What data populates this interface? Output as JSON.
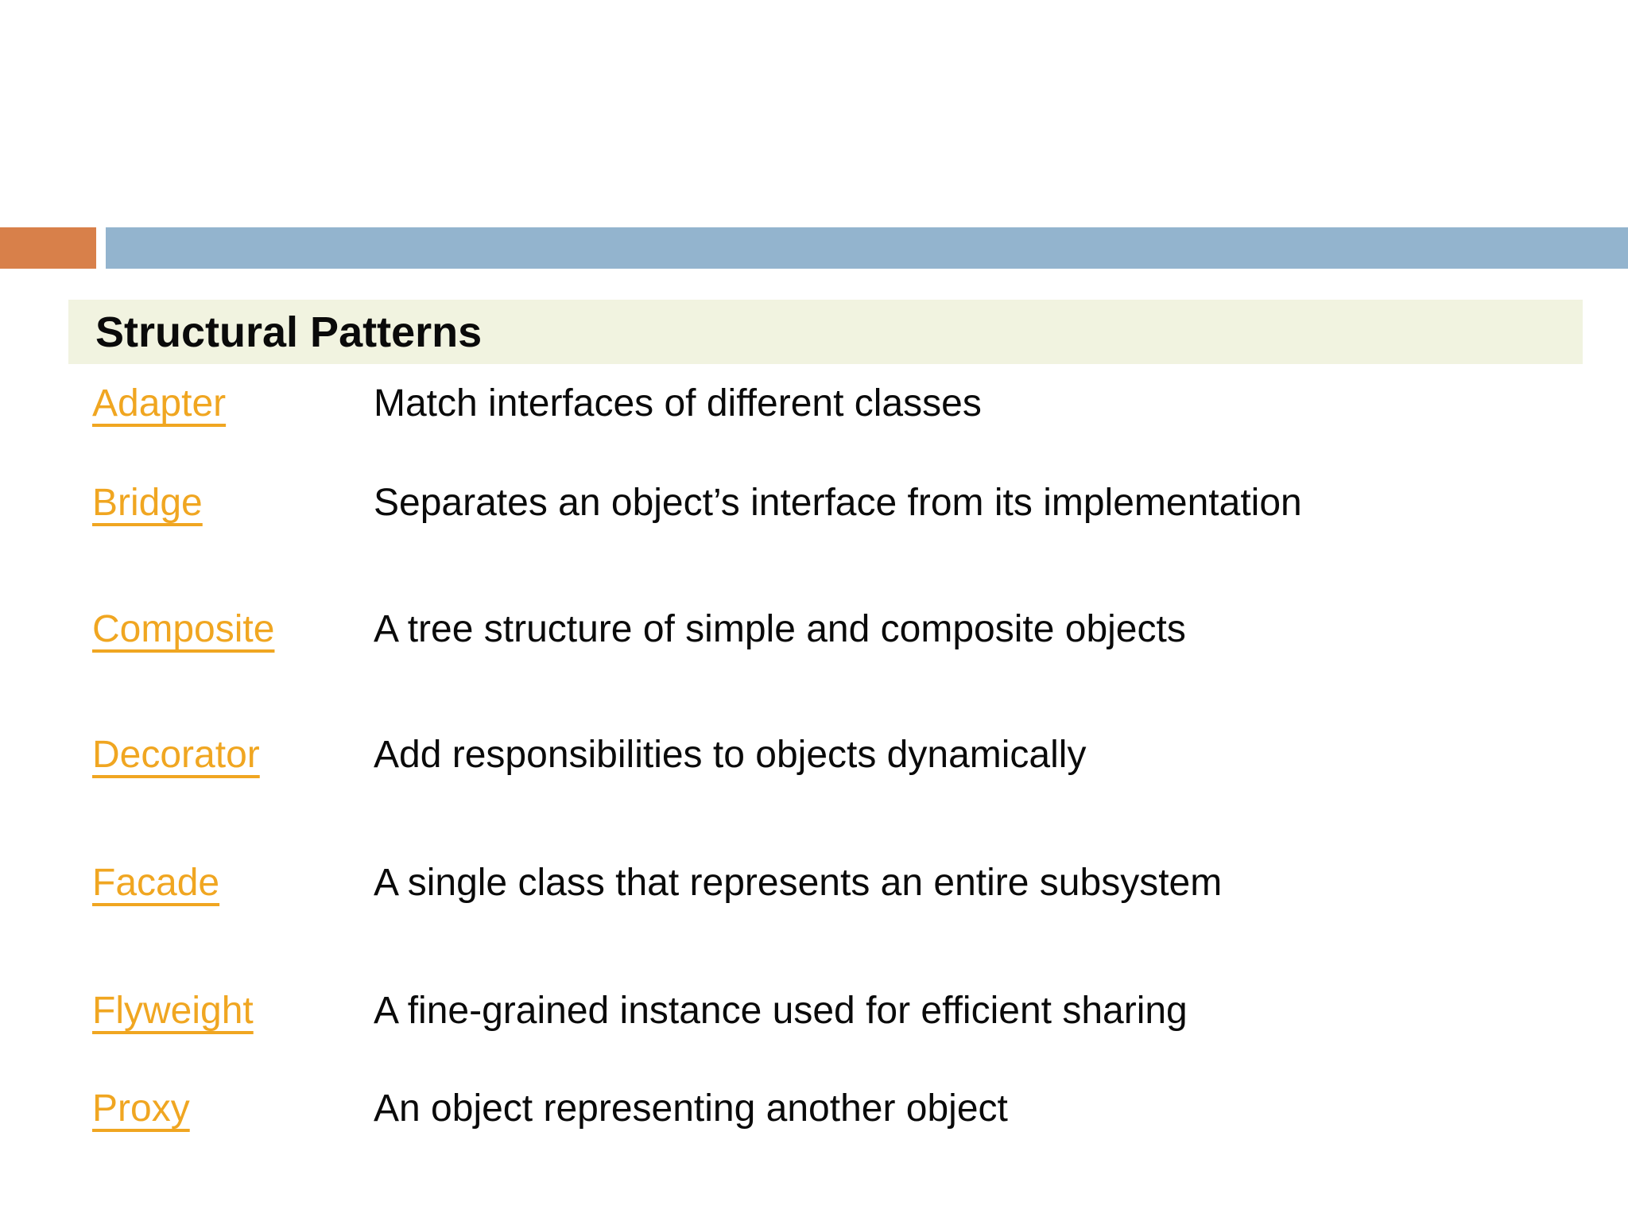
{
  "slide": {
    "title": "Structural Patterns",
    "patterns": [
      {
        "name": "Adapter",
        "description": "Match interfaces of different classes"
      },
      {
        "name": "Bridge",
        "description": "Separates an object’s interface from its implementation"
      },
      {
        "name": "Composite",
        "description": "A tree structure of simple and composite objects"
      },
      {
        "name": "Decorator",
        "description": "Add responsibilities to objects dynamically"
      },
      {
        "name": "Facade",
        "description": "A single class that represents an entire subsystem"
      },
      {
        "name": "Flyweight",
        "description": "A fine-grained instance used for efficient sharing"
      },
      {
        "name": "Proxy",
        "description": "An object representing another object"
      }
    ],
    "colors": {
      "accent_orange": "#D8804A",
      "accent_blue": "#93B4CE",
      "header_background": "#F1F3E0",
      "link": "#F0A621",
      "text": "#0A0A0A",
      "page_background": "#FFFFFF"
    }
  }
}
